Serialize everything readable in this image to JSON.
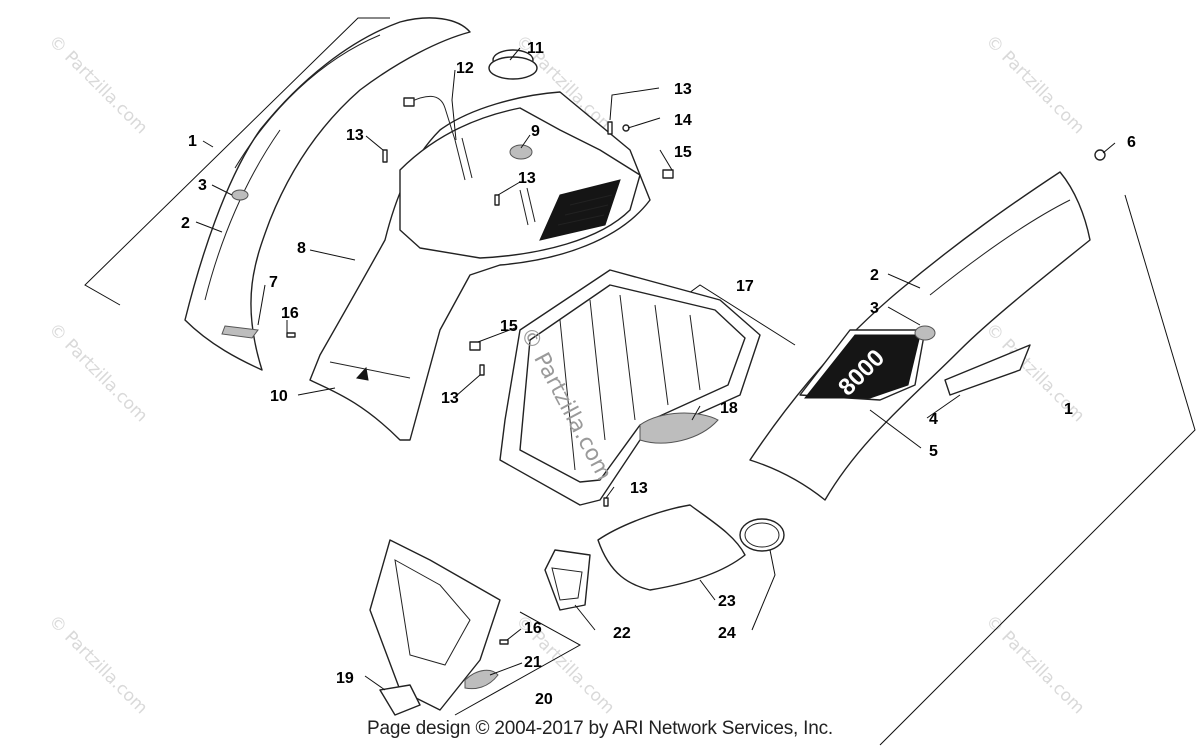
{
  "footer": "Page design © 2004-2017 by ARI Network Services, Inc.",
  "watermark_small": "© Partzilla.com",
  "watermark_large": "© Partzilla.com",
  "decal_text": "8000",
  "callouts": {
    "c1_left": "1",
    "c1_right": "1",
    "c2_left": "2",
    "c2_right": "2",
    "c3_left": "3",
    "c3_right": "3",
    "c4": "4",
    "c5": "5",
    "c6": "6",
    "c7": "7",
    "c8": "8",
    "c9": "9",
    "c10": "10",
    "c11": "11",
    "c12": "12",
    "c13_a": "13",
    "c13_b": "13",
    "c13_c": "13",
    "c13_d": "13",
    "c13_e": "13",
    "c14": "14",
    "c15_a": "15",
    "c15_b": "15",
    "c16_a": "16",
    "c16_b": "16",
    "c17": "17",
    "c18": "18",
    "c19": "19",
    "c20": "20",
    "c21": "21",
    "c22": "22",
    "c23": "23",
    "c24": "24"
  }
}
